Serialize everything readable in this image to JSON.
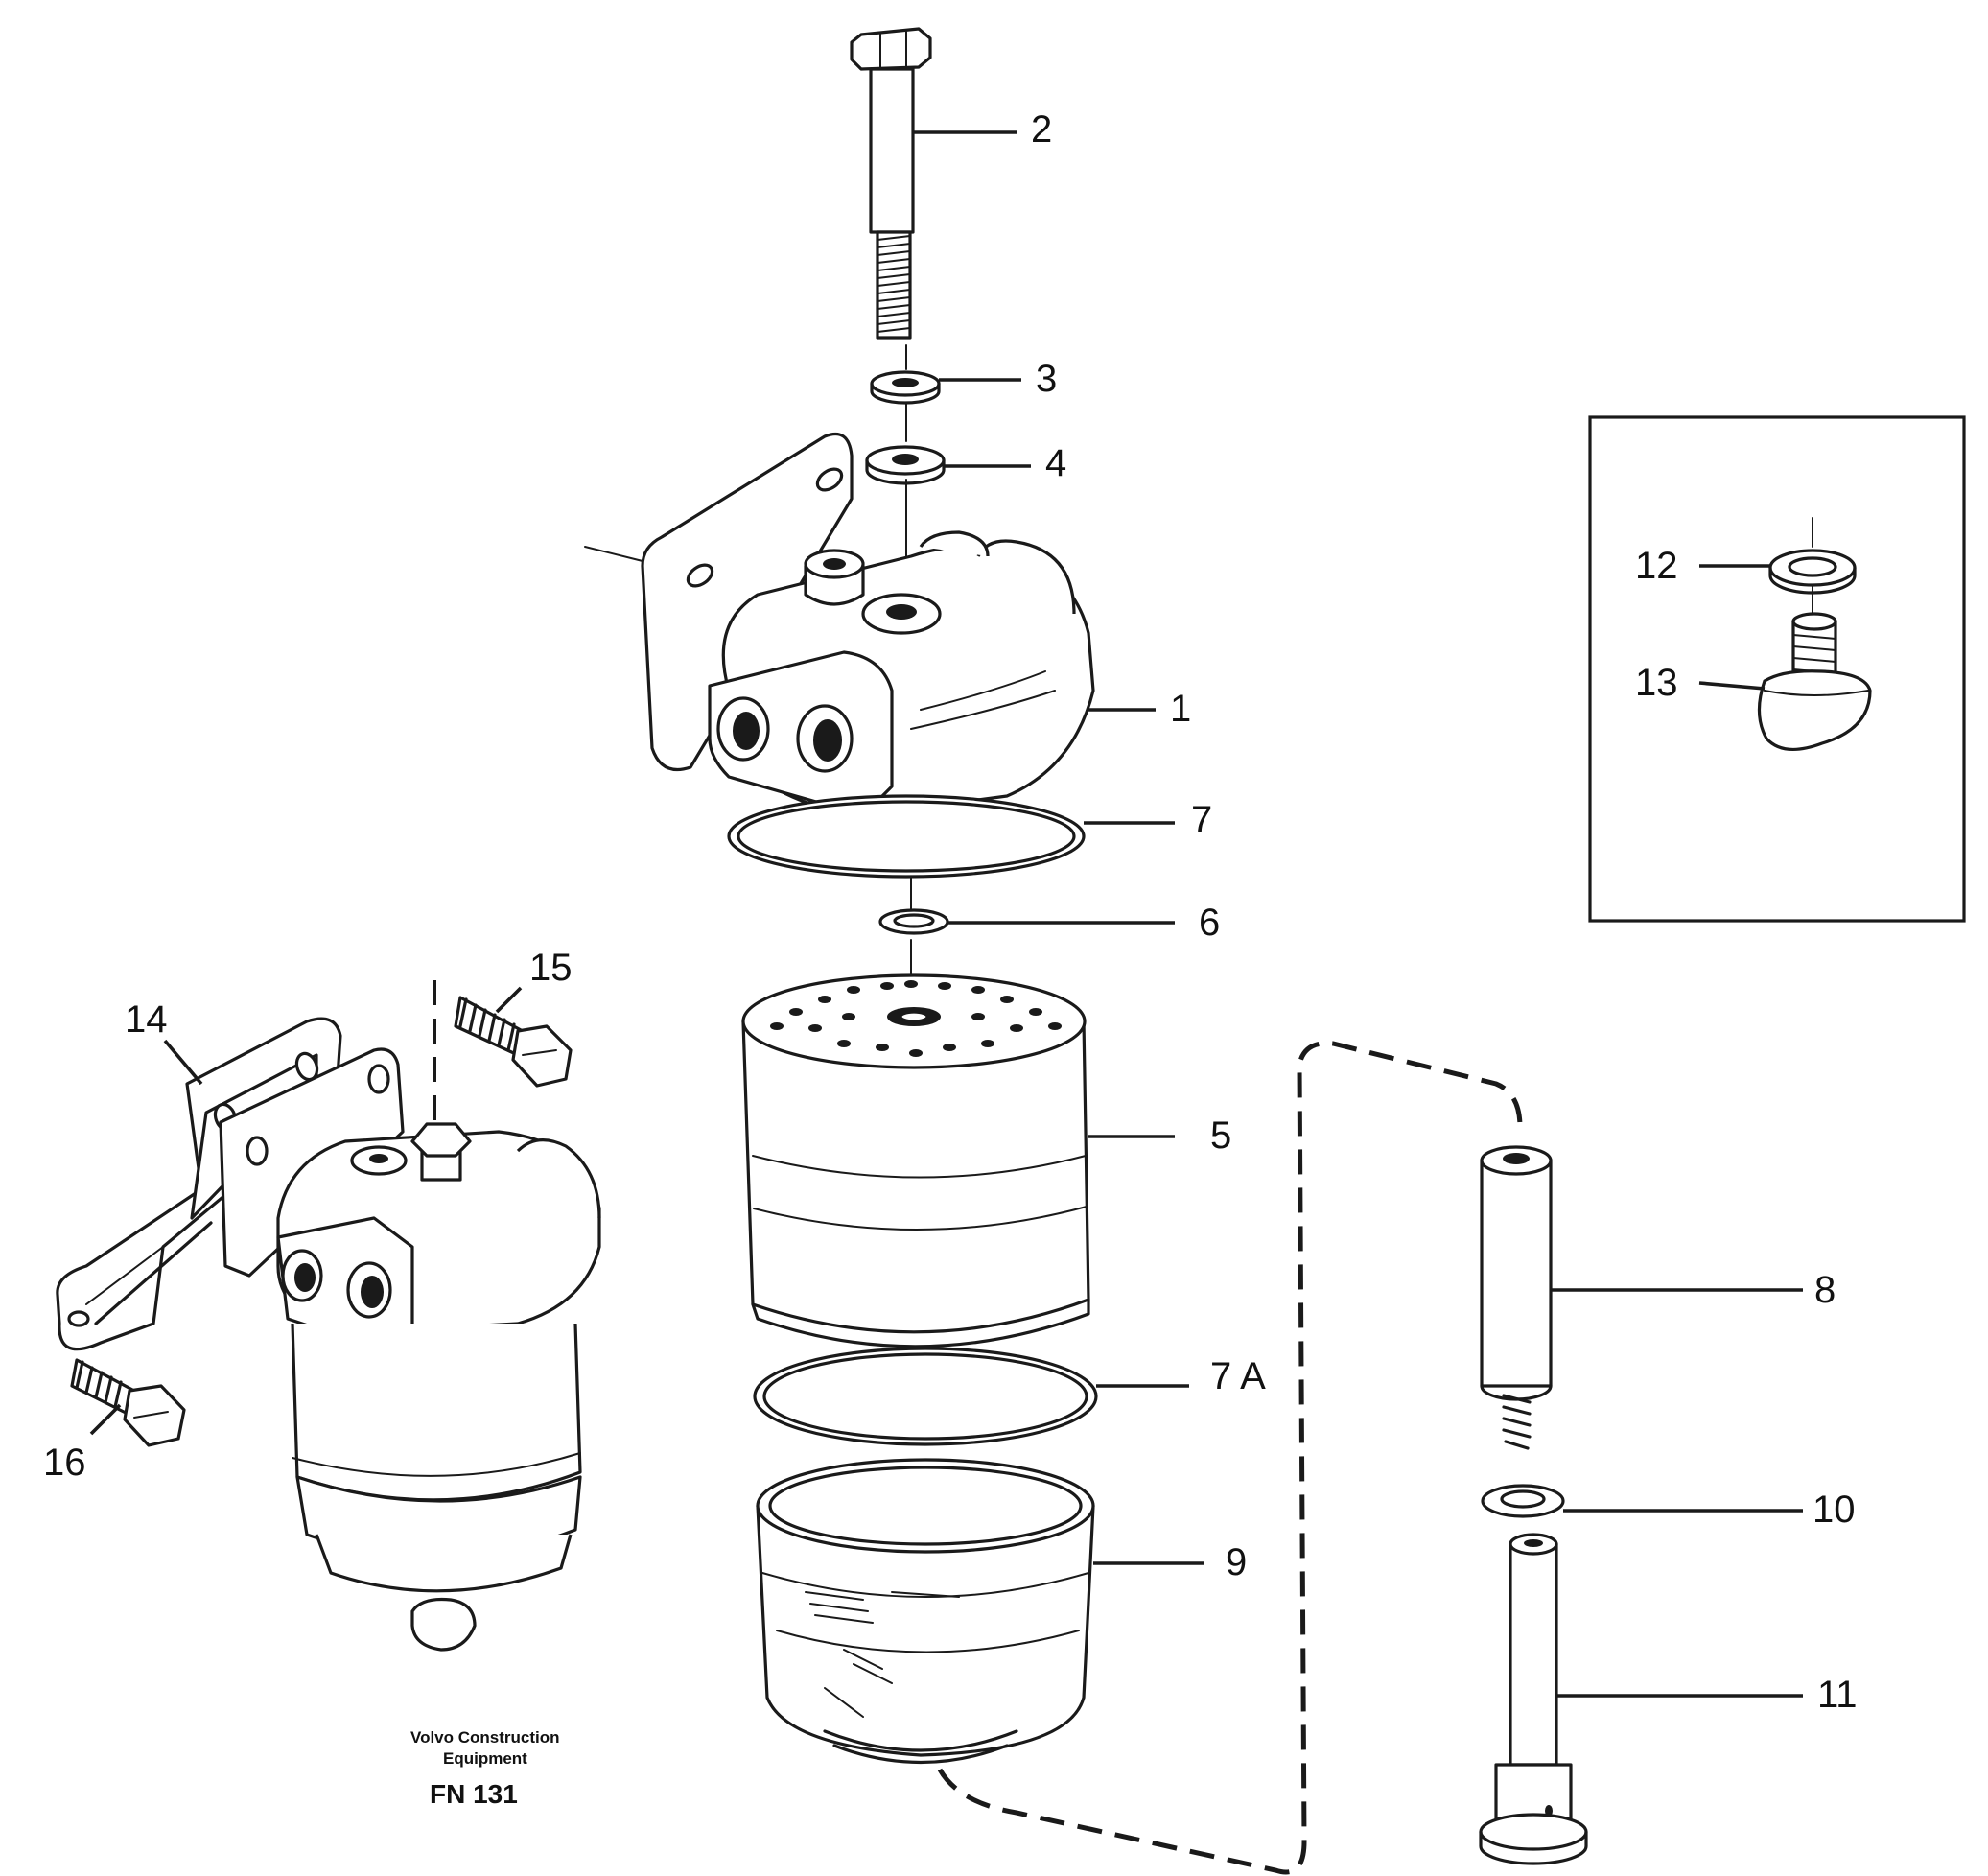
{
  "callouts": {
    "p1": "1",
    "p2": "2",
    "p3": "3",
    "p4": "4",
    "p5": "5",
    "p6": "6",
    "p7": "7",
    "p7a": "7 A",
    "p8": "8",
    "p9": "9",
    "p10": "10",
    "p11": "11",
    "p12": "12",
    "p13": "13",
    "p14": "14",
    "p15": "15",
    "p16": "16"
  },
  "footer": {
    "company_line1": "Volvo Construction",
    "company_line2": "Equipment",
    "drawing_code": "FN 131"
  }
}
